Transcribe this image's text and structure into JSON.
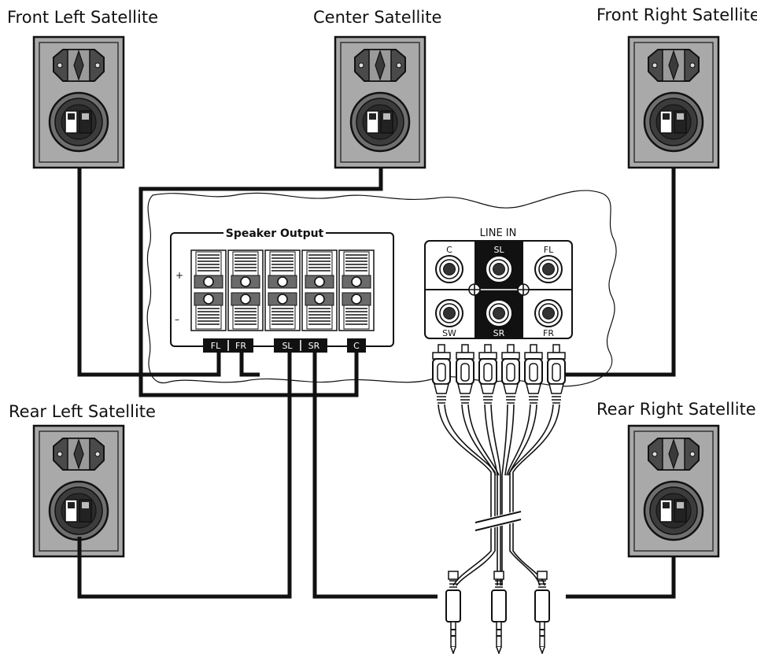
{
  "speakers": {
    "front_left": "Front Left Satellite",
    "center": "Center Satellite",
    "front_right": "Front Right Satellite",
    "rear_left": "Rear Left Satellite",
    "rear_right": "Rear Right Satellite"
  },
  "speaker_output": {
    "title": "Speaker Output",
    "plus": "+",
    "minus": "–",
    "tags": {
      "fl": "FL",
      "fr": "FR",
      "sl": "SL",
      "sr": "SR",
      "c": "C"
    }
  },
  "line_in": {
    "title": "LINE IN",
    "jacks": {
      "c": "C",
      "sl": "SL",
      "fl": "FL",
      "sw": "SW",
      "sr": "SR",
      "fr": "FR"
    }
  },
  "colors": {
    "line": "#111111",
    "cabinet": "#a9a9a9",
    "driver": "#444444"
  }
}
